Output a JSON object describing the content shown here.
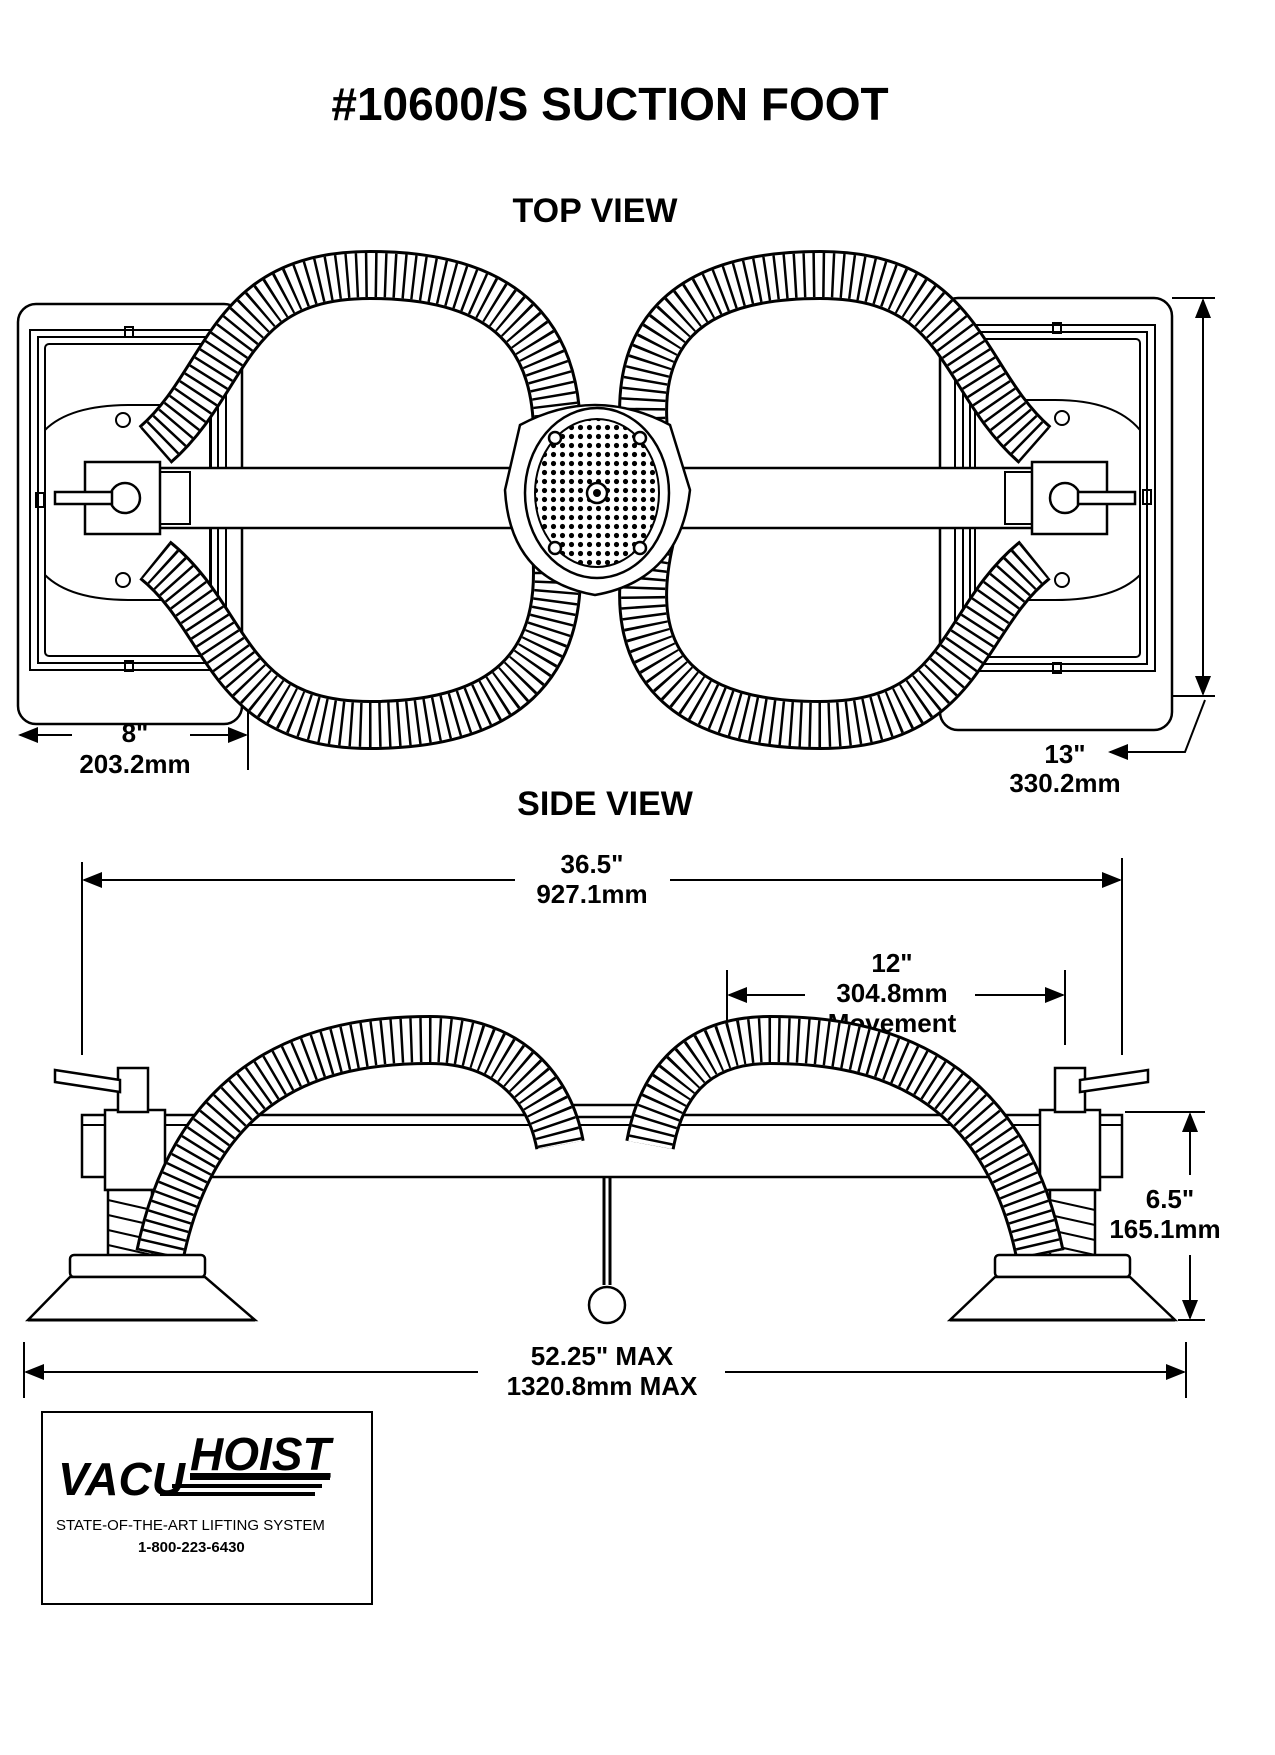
{
  "title": "#10600/S SUCTION FOOT",
  "views": {
    "top": "TOP VIEW",
    "side": "SIDE VIEW"
  },
  "dimensions": {
    "pad_width": {
      "in": "8\"",
      "mm": "203.2mm"
    },
    "pad_length": {
      "in": "13\"",
      "mm": "330.2mm"
    },
    "overall": {
      "in": "36.5\"",
      "mm": "927.1mm"
    },
    "movement": {
      "in": "12\"",
      "mm": "304.8mm",
      "label": "Movement"
    },
    "height": {
      "in": "6.5\"",
      "mm": "165.1mm"
    },
    "max_length": {
      "in": "52.25\" MAX",
      "mm": "1320.8mm MAX"
    }
  },
  "logo": {
    "word1": "VACU",
    "word2": "HOIST",
    "tagline": "STATE-OF-THE-ART LIFTING SYSTEM",
    "phone": "1-800-223-6430"
  }
}
